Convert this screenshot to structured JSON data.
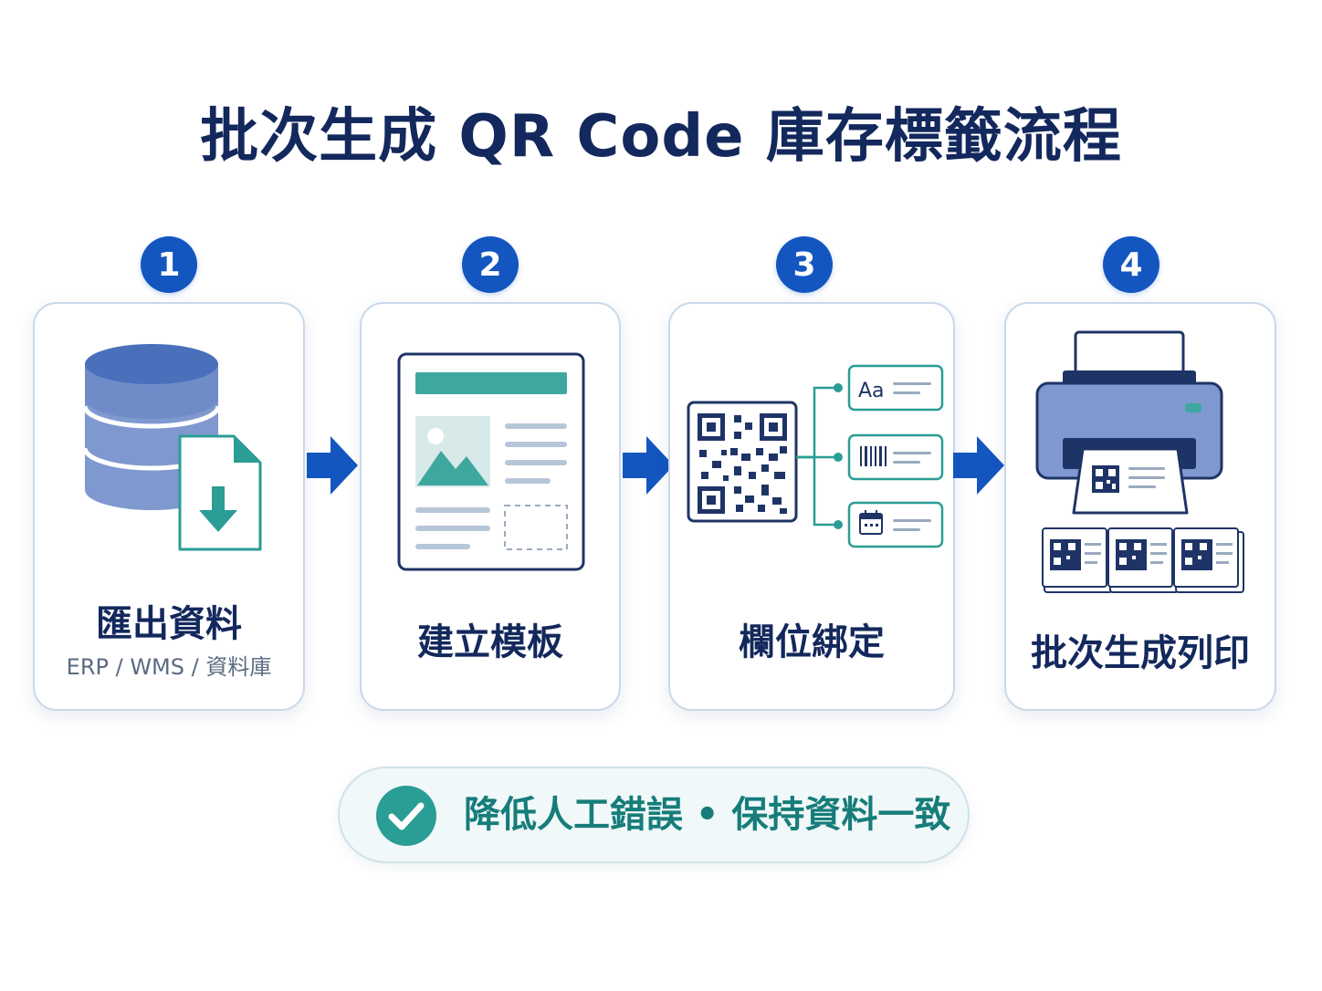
{
  "title": "批次生成 QR Code 庫存標籤流程",
  "steps": [
    {
      "number": "1",
      "label": "匯出資料",
      "sublabel": "ERP / WMS / 資料庫"
    },
    {
      "number": "2",
      "label": "建立模板"
    },
    {
      "number": "3",
      "label": "欄位綁定"
    },
    {
      "number": "4",
      "label": "批次生成列印"
    }
  ],
  "field_text_label": "Aa",
  "banner": {
    "text": "降低人工錯誤 • 保持資料一致"
  },
  "colors": {
    "title": "#13285c",
    "badge": "#1456c0",
    "arrow": "#1456c0",
    "teal": "#2a9d95",
    "periwinkle": "#7f99d0",
    "card_border": "#c9d8ea",
    "banner_text": "#167d7a"
  },
  "icons": {
    "step1": [
      "database-icon",
      "file-download-icon"
    ],
    "step2": [
      "template-layout-icon",
      "image-placeholder-icon"
    ],
    "step3": [
      "qr-code-icon",
      "text-field-icon",
      "barcode-field-icon",
      "calendar-field-icon"
    ],
    "step4": [
      "printer-icon",
      "label-sheet-icon"
    ],
    "banner": [
      "checkmark-circle-icon"
    ]
  }
}
